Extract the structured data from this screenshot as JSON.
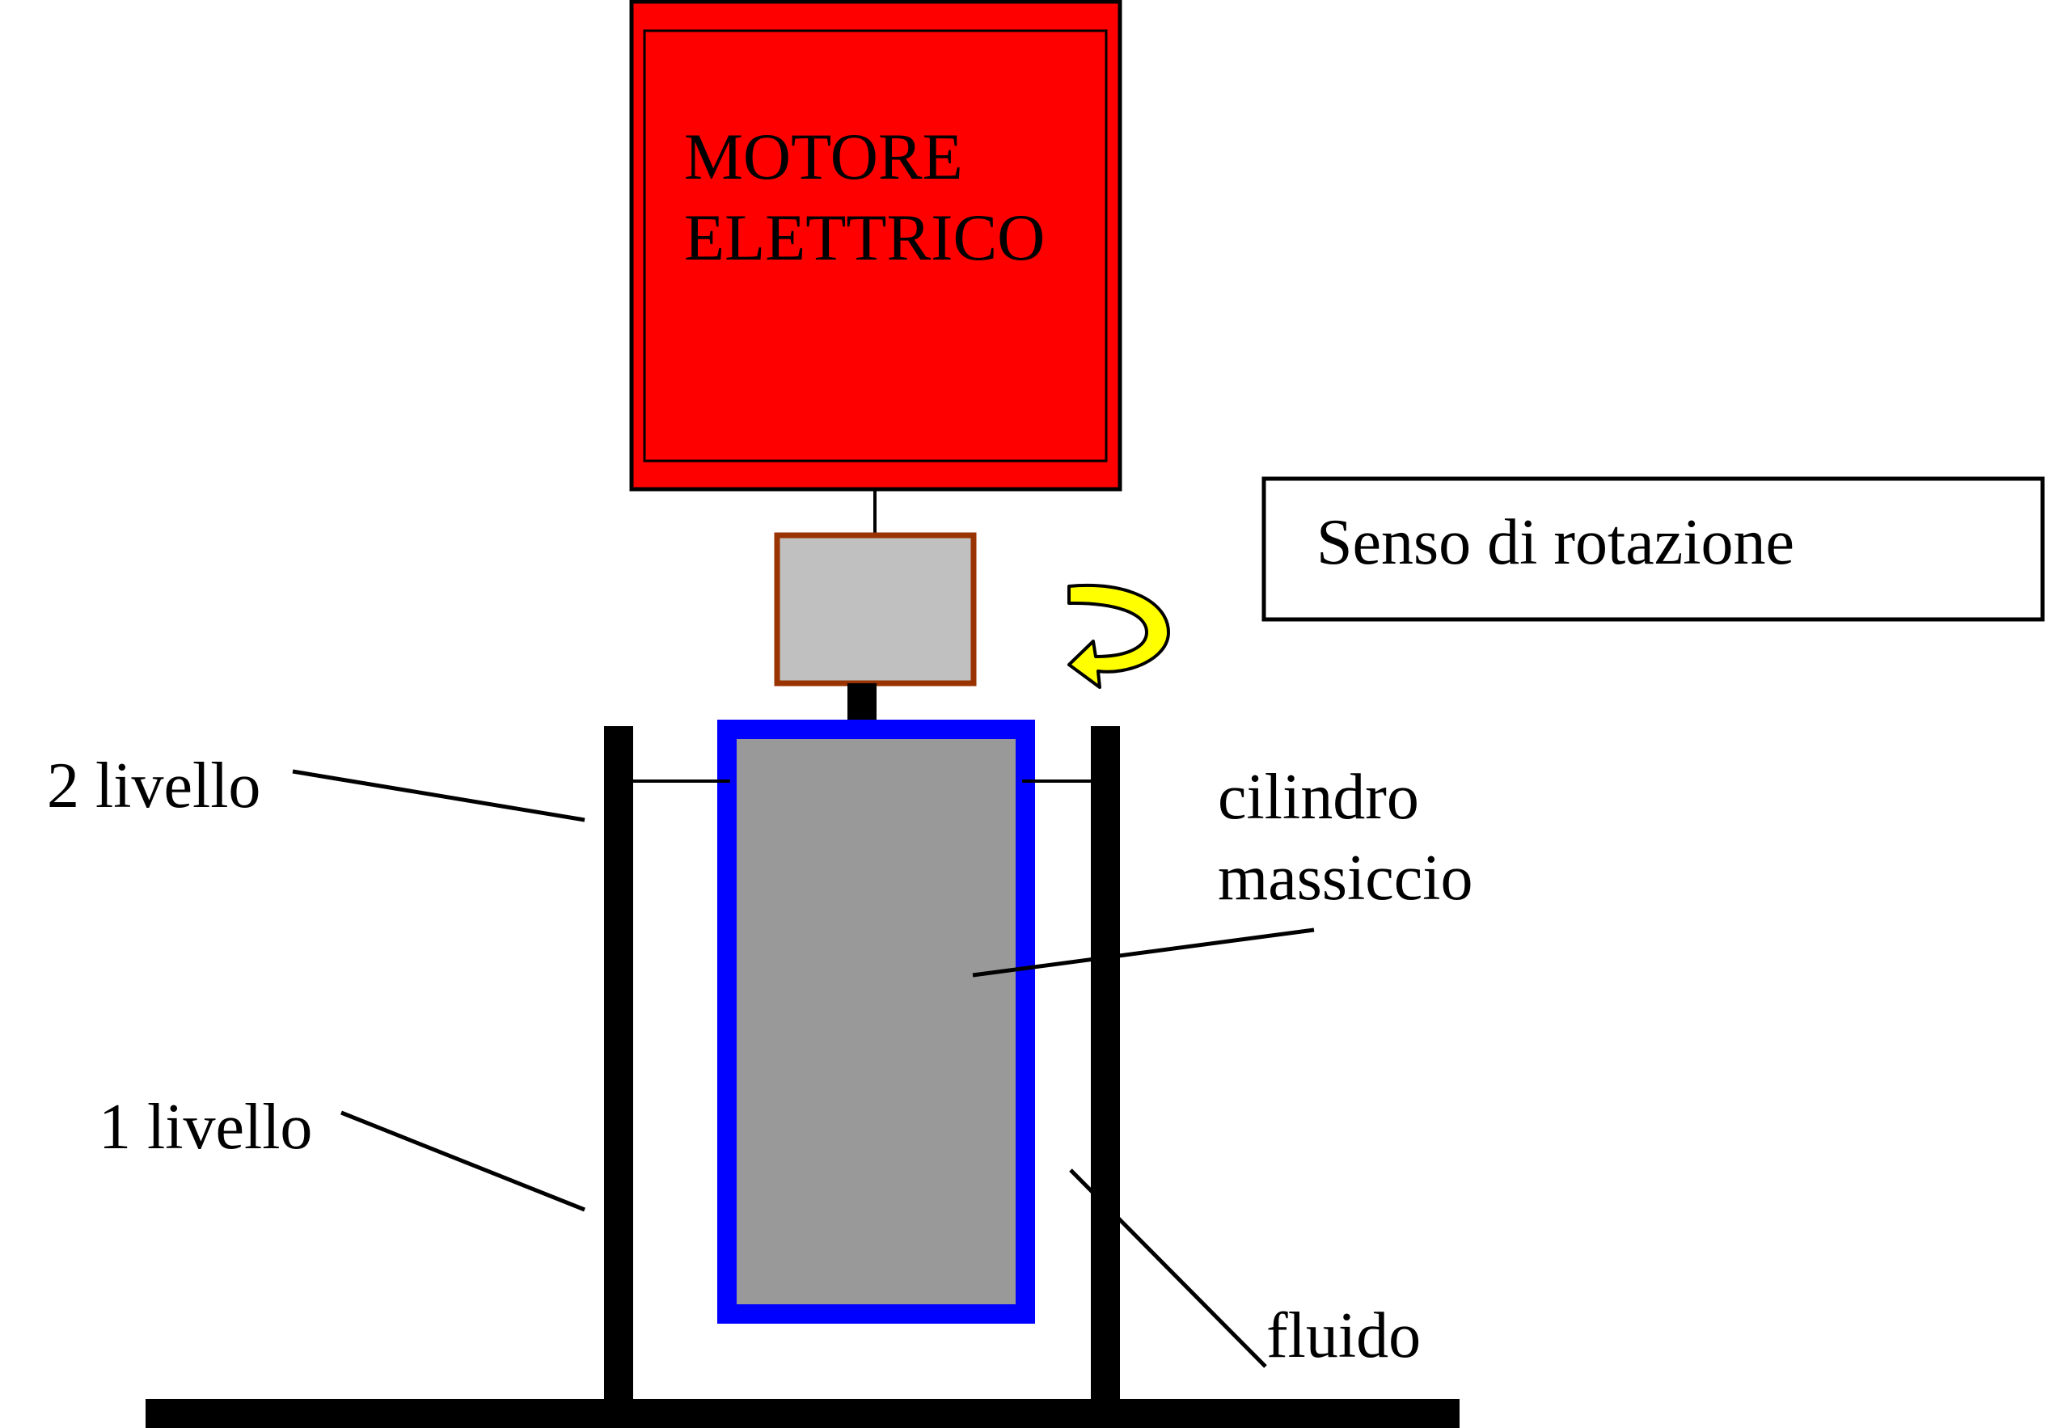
{
  "motor": {
    "label_line1": "MOTORE",
    "label_line2": "ELETTRICO",
    "fill_color": "#ff0000"
  },
  "legend": {
    "label": "Senso di rotazione",
    "arrow_color": "#ffff00"
  },
  "labels": {
    "level_2": "2 livello",
    "level_1": "1 livello",
    "cylinder_line1": "cilindro",
    "cylinder_line2": "massiccio",
    "fluid": "fluido"
  },
  "colors": {
    "coupling_fill": "#c0c0c0",
    "coupling_border": "#993300",
    "cylinder_fill": "#999999",
    "cylinder_border": "#0000ff",
    "structure": "#000000"
  }
}
